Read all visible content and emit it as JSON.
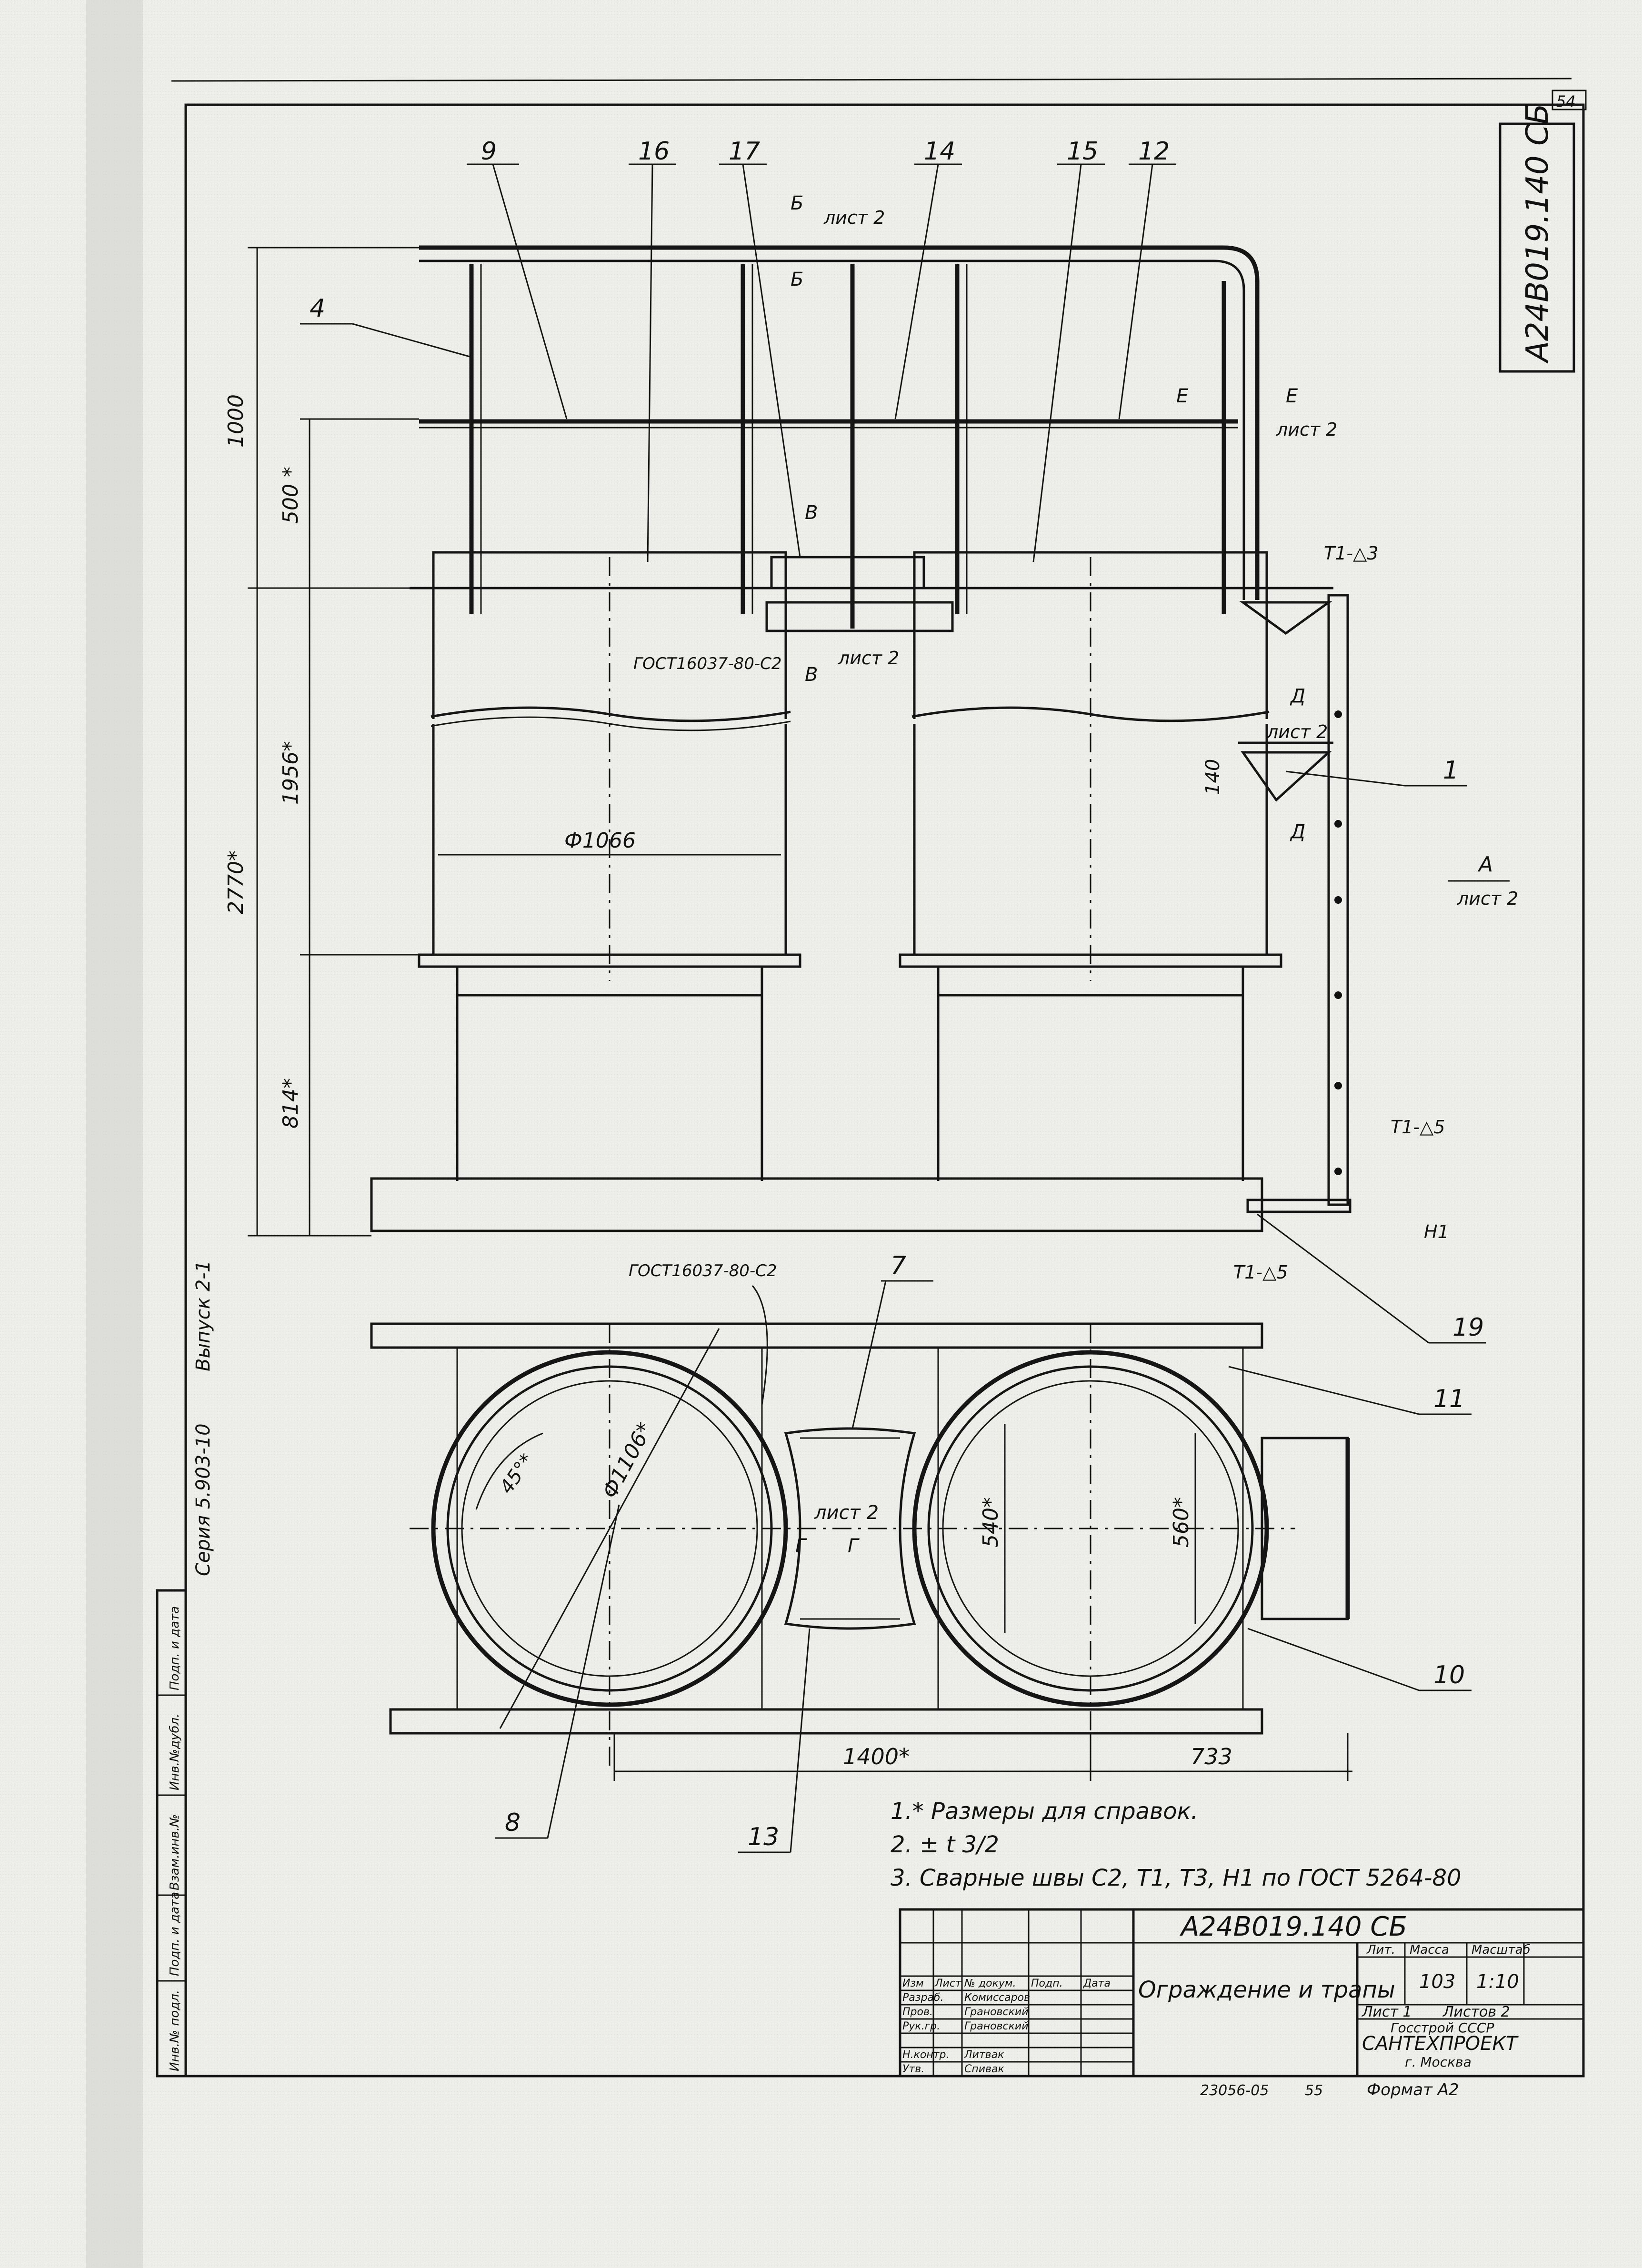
{
  "sheet_number": "54",
  "drawing_code": "А24В019.140 СБ",
  "callouts_top": [
    "9",
    "16",
    "17",
    "14",
    "15",
    "12",
    "4",
    "1",
    "19"
  ],
  "callouts_bottom": [
    "7",
    "11",
    "10",
    "8",
    "13"
  ],
  "section_marks": {
    "b_top": "Б",
    "b_bottom": "Б",
    "sheet_ref": "лист 2",
    "e": "Е",
    "v_top": "В",
    "v_bottom": "В",
    "d_top": "Д",
    "d_bottom": "Д",
    "a": "А",
    "g_left": "Г",
    "g_right": "Г"
  },
  "dimensions": {
    "d1000": "1000",
    "d500": "500 *",
    "d1956": "1956*",
    "d2770": "2770*",
    "d814": "814*",
    "d140": "140",
    "phi1066": "Ф1066",
    "phi1106": "Ф1106*",
    "angle45": "45°*",
    "d540": "540*",
    "d560": "560*",
    "d1400": "1400*",
    "d733": "733"
  },
  "weld_marks": {
    "t1_3": "Т1-△3",
    "t1_5_right": "Т1-△5",
    "h1": "Н1",
    "t1_5_bottom": "Т1-△5",
    "gost_c2_top": "ГОСТ16037-80-С2",
    "gost_c2_bottom": "ГОСТ16037-80-С2"
  },
  "notes": [
    "1.* Размеры для справок.",
    "2. ± t 3/2",
    "3. Сварные швы С2, Т1, Т3, Н1 по ГОСТ 5264-80"
  ],
  "left_margin": {
    "series": "Серия 5.903-10",
    "issue": "Выпуск 2-1",
    "stamp_cols": [
      "Инв.№ подл.",
      "Подп. и дата",
      "Взам.инв.№",
      "Инв.№дубл.",
      "Подп. и дата"
    ]
  },
  "title_block": {
    "code": "А24В019.140 СБ",
    "title": "Ограждение и трапы",
    "lit_header": "Лит.",
    "mass_header": "Масса",
    "scale_header": "Масштаб",
    "mass": "103",
    "scale": "1:10",
    "sheet": "Лист 1",
    "sheets": "Листов 2",
    "org1": "Госстрой СССР",
    "org2": "САНТЕХПРОЕКТ",
    "org3": "г. Москва",
    "col_headers": [
      "Изм",
      "Лист",
      "№ докум.",
      "Подп.",
      "Дата"
    ],
    "roles": [
      {
        "role": "Разраб.",
        "name": "Комиссаров"
      },
      {
        "role": "Пров.",
        "name": "Грановский"
      },
      {
        "role": "Рук.гр.",
        "name": "Грановский"
      },
      {
        "role": "Н.контр.",
        "name": "Литвак"
      },
      {
        "role": "Утв.",
        "name": "Спивак"
      }
    ]
  },
  "footer": {
    "number": "23056-05",
    "page": "55",
    "format": "Формат А2"
  }
}
